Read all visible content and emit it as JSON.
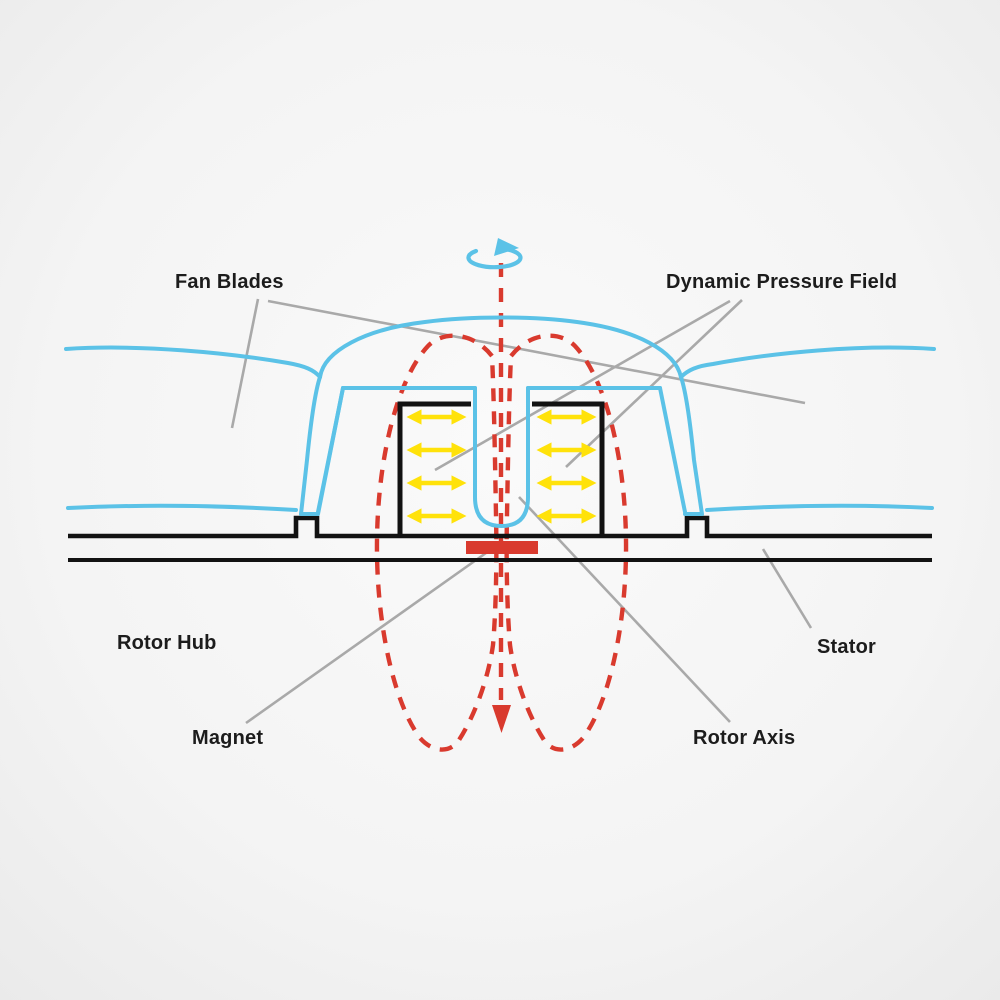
{
  "diagram": {
    "type": "technical-illustration",
    "subject": "Cross-section of an axial cooling fan motor showing rotor, stator and dynamic pressure bearing field",
    "labels": {
      "fan_blades": "Fan Blades",
      "dynamic_pressure_field": "Dynamic Pressure Field",
      "rotor_hub": "Rotor Hub",
      "magnet": "Magnet",
      "rotor_axis": "Rotor Axis",
      "stator": "Stator"
    },
    "symbols": {
      "rotation_arrow": "rotation-direction-arrow",
      "axis_arrow": "downward-axis-arrow",
      "pressure_arrows": "horizontal-double-headed-arrows",
      "field_loops": "dashed-field-line-loops"
    }
  },
  "colors": {
    "blue": "#5bc2e7",
    "red": "#d93a2e",
    "yellow": "#ffe20a",
    "leader-gray": "#a9a9a9",
    "line-black": "#121212",
    "text": "#1c1c1c",
    "bg-center": "#fafafa",
    "bg-mid": "#f4f4f4",
    "bg-edge": "#eaeaea"
  }
}
